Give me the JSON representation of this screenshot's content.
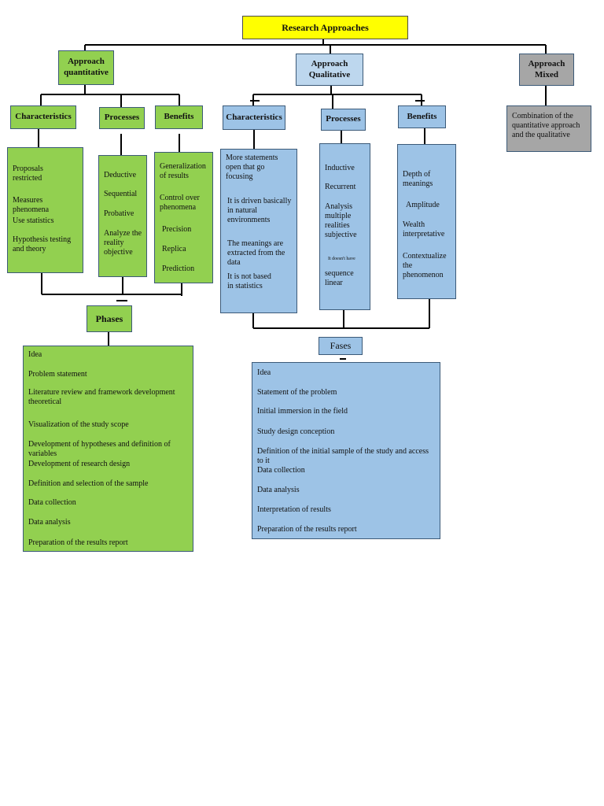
{
  "title": "Research Approaches",
  "quantitative": {
    "header": "Approach quantitative",
    "characteristics": {
      "header": "Characteristics",
      "items": [
        "Proposals restricted",
        "Measures phenomena",
        "Use statistics",
        "Hypothesis testing and theory"
      ]
    },
    "processes": {
      "header": "Processes",
      "items": [
        "Deductive",
        "Sequential",
        "Probative",
        "Analyze the reality objective"
      ]
    },
    "benefits": {
      "header": "Benefits",
      "items": [
        "Generalization of results",
        "Control over phenomena",
        "Precision",
        "Replica",
        "Prediction"
      ]
    },
    "phases": {
      "header": "Phases",
      "items": [
        "Idea",
        "Problem statement",
        "Literature review and framework development theoretical",
        "Visualization of the study scope",
        "Development of hypotheses and definition of variables",
        "Development of research design",
        "Definition and selection of the sample",
        "Data collection",
        "Data analysis",
        "Preparation of the results report"
      ]
    }
  },
  "qualitative": {
    "header": "Approach Qualitative",
    "characteristics": {
      "header": "Characteristics",
      "items": [
        "More statements open that go focusing",
        "It is driven basically in natural environments",
        "The meanings are extracted from the data",
        "It is not based in statistics"
      ]
    },
    "processes": {
      "header": "Processes",
      "items": [
        "Inductive",
        "Recurrent",
        "Analysis multiple realities subjective",
        "It doesn't have",
        "sequence linear"
      ]
    },
    "benefits": {
      "header": "Benefits",
      "items": [
        "Depth of meanings",
        "Amplitude",
        "Wealth interpretative",
        "Contextualize the phenomenon"
      ]
    },
    "phases": {
      "header": "Fases",
      "items": [
        "Idea",
        "Statement of the problem",
        "Initial immersion in the field",
        "Study design conception",
        "Definition of the initial sample of the study and access to it",
        "Data collection",
        "Data analysis",
        "Interpretation of results",
        "Preparation of the results report"
      ]
    }
  },
  "mixed": {
    "header": "Approach Mixed",
    "description": "Combination of the quantitative approach and the qualitative"
  },
  "colors": {
    "title_fill": "#ffff00",
    "quantitative_fill": "#92d050",
    "qualitative_fill": "#9dc3e6",
    "qualitative_header_fill": "#bdd7ee",
    "mixed_fill": "#a6a6a6",
    "connector": "#000000"
  }
}
